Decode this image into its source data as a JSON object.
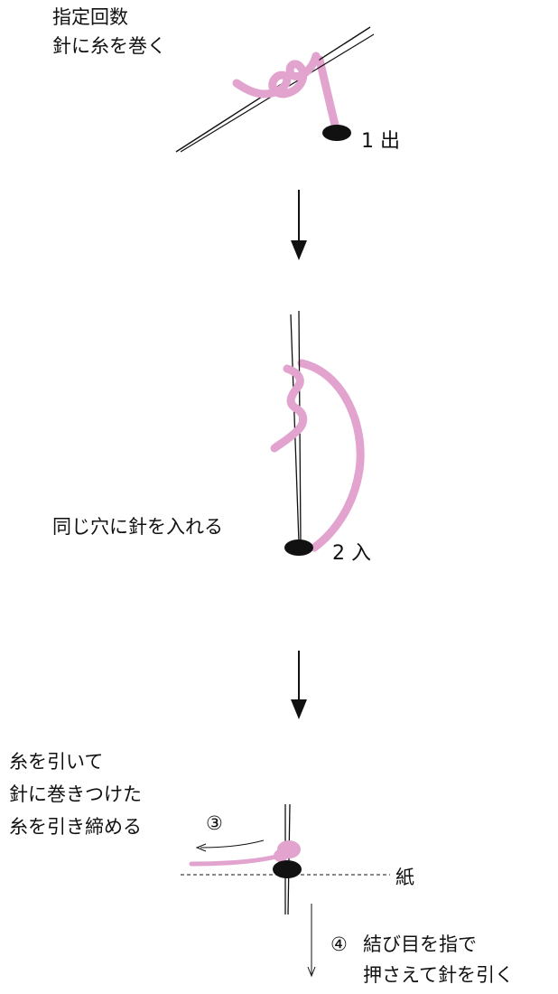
{
  "step1": {
    "instruction_line1": "指定回数",
    "instruction_line2": "針に糸を巻く",
    "point_label": "1 出"
  },
  "step2": {
    "instruction": "同じ穴に針を入れる",
    "point_label": "2 入"
  },
  "step3": {
    "instruction_line1": "糸を引いて",
    "instruction_line2": "針に巻きつけた",
    "instruction_line3": "糸を引き締める",
    "step_number": "③"
  },
  "step4": {
    "step_number": "④",
    "instruction_line1": "結び目を指で",
    "instruction_line2": "押さえて針を引く"
  },
  "paper_label": "紙",
  "colors": {
    "thread": "#e3a3cf",
    "needle": "#111111",
    "hole": "#111111",
    "arrow": "#111111"
  }
}
